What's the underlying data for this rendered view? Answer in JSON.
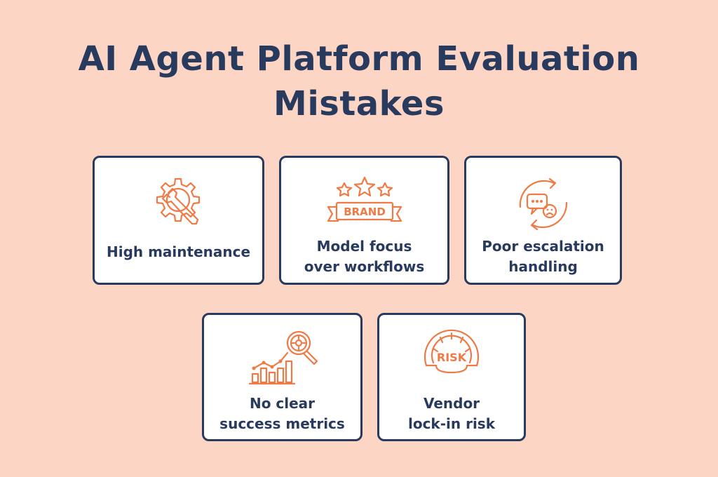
{
  "title": {
    "line1": "AI Agent Platform Evaluation",
    "line2": "Mistakes"
  },
  "cards": [
    {
      "lines": [
        "High maintenance"
      ],
      "icon": "gear-wrench-icon"
    },
    {
      "lines": [
        "Model focus",
        "over workflows"
      ],
      "icon": "brand-stars-icon",
      "icon_text": "BRAND"
    },
    {
      "lines": [
        "Poor escalation",
        "handling"
      ],
      "icon": "chat-escalation-icon"
    },
    {
      "lines": [
        "No clear",
        "success metrics"
      ],
      "icon": "chart-magnifier-icon"
    },
    {
      "lines": [
        "Vendor",
        "lock-in risk"
      ],
      "icon": "risk-gauge-icon",
      "icon_text": "RISK"
    }
  ],
  "colors": {
    "background": "#fdd5c4",
    "navy": "#283a5e",
    "accent": "#f07a46",
    "card": "#ffffff"
  }
}
